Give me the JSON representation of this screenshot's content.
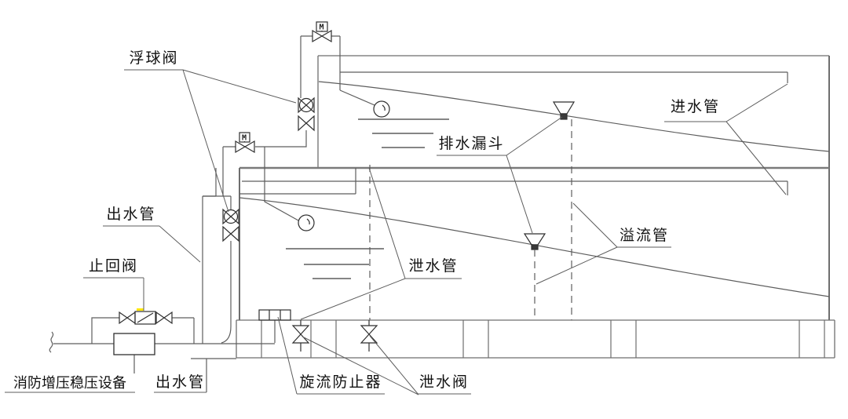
{
  "diagram": {
    "type": "cad-piping-schematic",
    "description": "Fire water tank piping detail with stacked tanks, float valves, overflow funnels, drain valves and booster equipment",
    "labels": {
      "float_valve": {
        "text": "浮球阀"
      },
      "outlet_pipe_upper": {
        "text": "出水管"
      },
      "check_valve": {
        "text": "止回阀"
      },
      "fire_booster": {
        "text": "消防增压稳压设备"
      },
      "outlet_pipe_lower": {
        "text": "出水管"
      },
      "vortex_preventer": {
        "text": "旋流防止器"
      },
      "drain_valve": {
        "text": "泄水阀"
      },
      "drain_pipe": {
        "text": "泄水管"
      },
      "drain_funnel": {
        "text": "排水漏斗"
      },
      "overflow_pipe": {
        "text": "溢流管"
      },
      "inlet_pipe": {
        "text": "进水管"
      }
    },
    "symbols": {
      "motor_valve_letter": "M"
    },
    "colors": {
      "line": "#6e6e6e",
      "symbol": "#2f2f2f",
      "text": "#111111",
      "highlight": "#ffe600",
      "background": "#ffffff"
    }
  }
}
